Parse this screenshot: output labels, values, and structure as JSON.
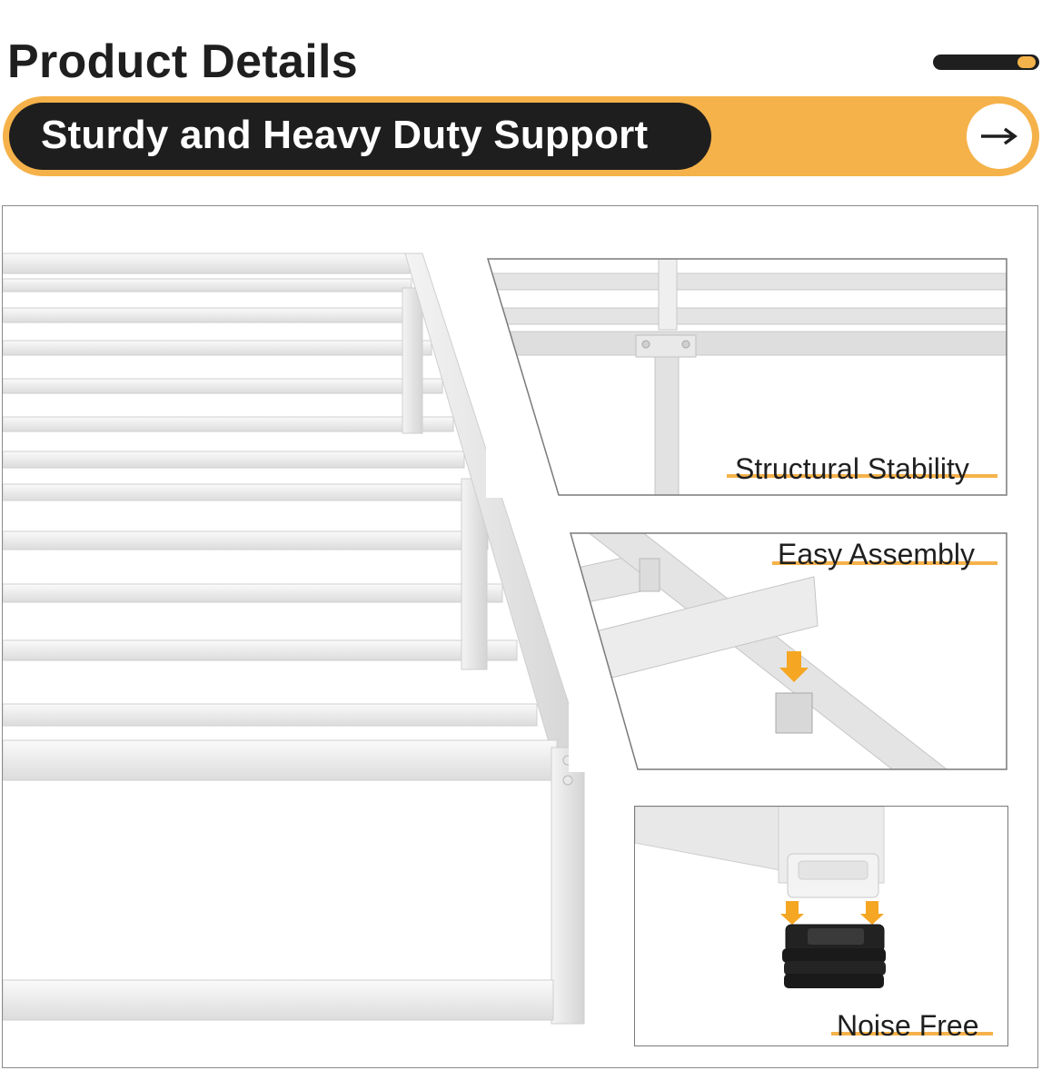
{
  "header": {
    "title": "Product Details"
  },
  "banner": {
    "label": "Sturdy and Heavy Duty Support",
    "arrow_icon": "arrow-right-icon"
  },
  "details": [
    {
      "label": "Structural Stability"
    },
    {
      "label": "Easy Assembly"
    },
    {
      "label": "Noise Free"
    }
  ],
  "colors": {
    "accent": "#f5b24a",
    "dark": "#1e1e1e",
    "frame": "#e6e6e6"
  }
}
